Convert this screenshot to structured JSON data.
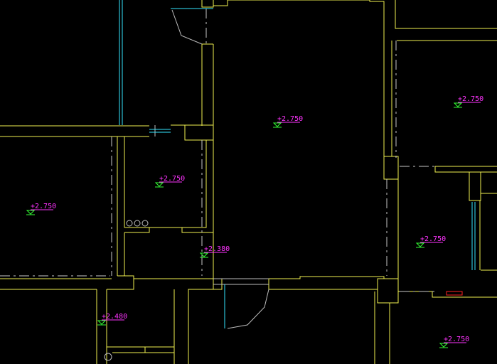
{
  "colors": {
    "background": "#000000",
    "wall": "#f0f050",
    "window": "#33e6ff",
    "level_text": "#ff33ff",
    "level_symbol": "#33ff33",
    "hatch": "#c8c8c8",
    "marker": "#ff2222"
  },
  "levels": [
    {
      "text": "+2.750"
    },
    {
      "text": "+2.750"
    },
    {
      "text": "+2.750"
    },
    {
      "text": "+2.750"
    },
    {
      "text": "+2.380"
    },
    {
      "text": "+2.750"
    },
    {
      "text": "+2.480"
    },
    {
      "text": "+2.750"
    }
  ]
}
